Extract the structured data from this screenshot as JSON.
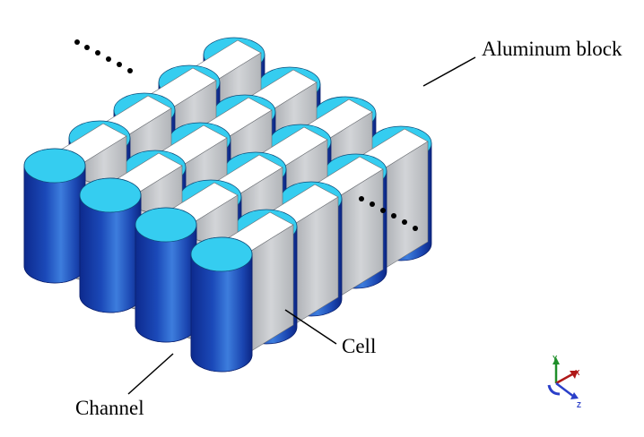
{
  "labels": {
    "aluminum_block": "Aluminum block",
    "cell": "Cell",
    "channel": "Channel"
  },
  "axes_triad": {
    "y": "Y",
    "x": "X",
    "z": "Z"
  },
  "colors": {
    "cell_top": "#35cdf0",
    "cell_side_dark": "#0e2f9c",
    "cell_side_light": "#3f7cdd",
    "block_top": "#ffffff",
    "block_side": "#b9bcc0",
    "block_side_light": "#d6d8da",
    "channel_hole": "#8f9297",
    "axis_y": "#1f8f2a",
    "axis_x": "#b01818",
    "axis_z": "#2a3fc9"
  }
}
